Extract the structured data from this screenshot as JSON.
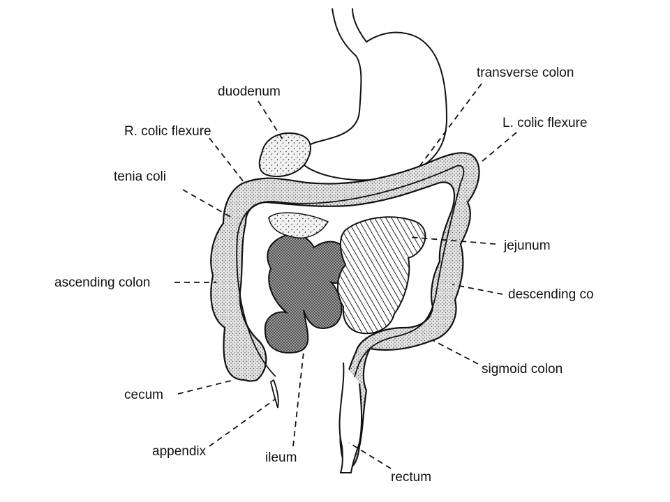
{
  "colors": {
    "ink": "#111111",
    "colon_fill": "#e2e2e2",
    "small_bowel_fill": "#8a8a8a",
    "jejunum_hatch": "#222222",
    "background": "#ffffff"
  },
  "labels": {
    "duodenum": "duodenum",
    "transverse_colon": "transverse colon",
    "r_colic_flexure": "R. colic flexure",
    "l_colic_flexure": "L. colic flexure",
    "tenia_coli": "tenia  coli",
    "jejunum": "jejunum",
    "ascending_colon": "ascending colon",
    "descending_colon": "descending co",
    "sigmoid_colon": "sigmoid colon",
    "cecum": "cecum",
    "appendix": "appendix",
    "ileum": "ileum",
    "rectum": "rectum"
  }
}
